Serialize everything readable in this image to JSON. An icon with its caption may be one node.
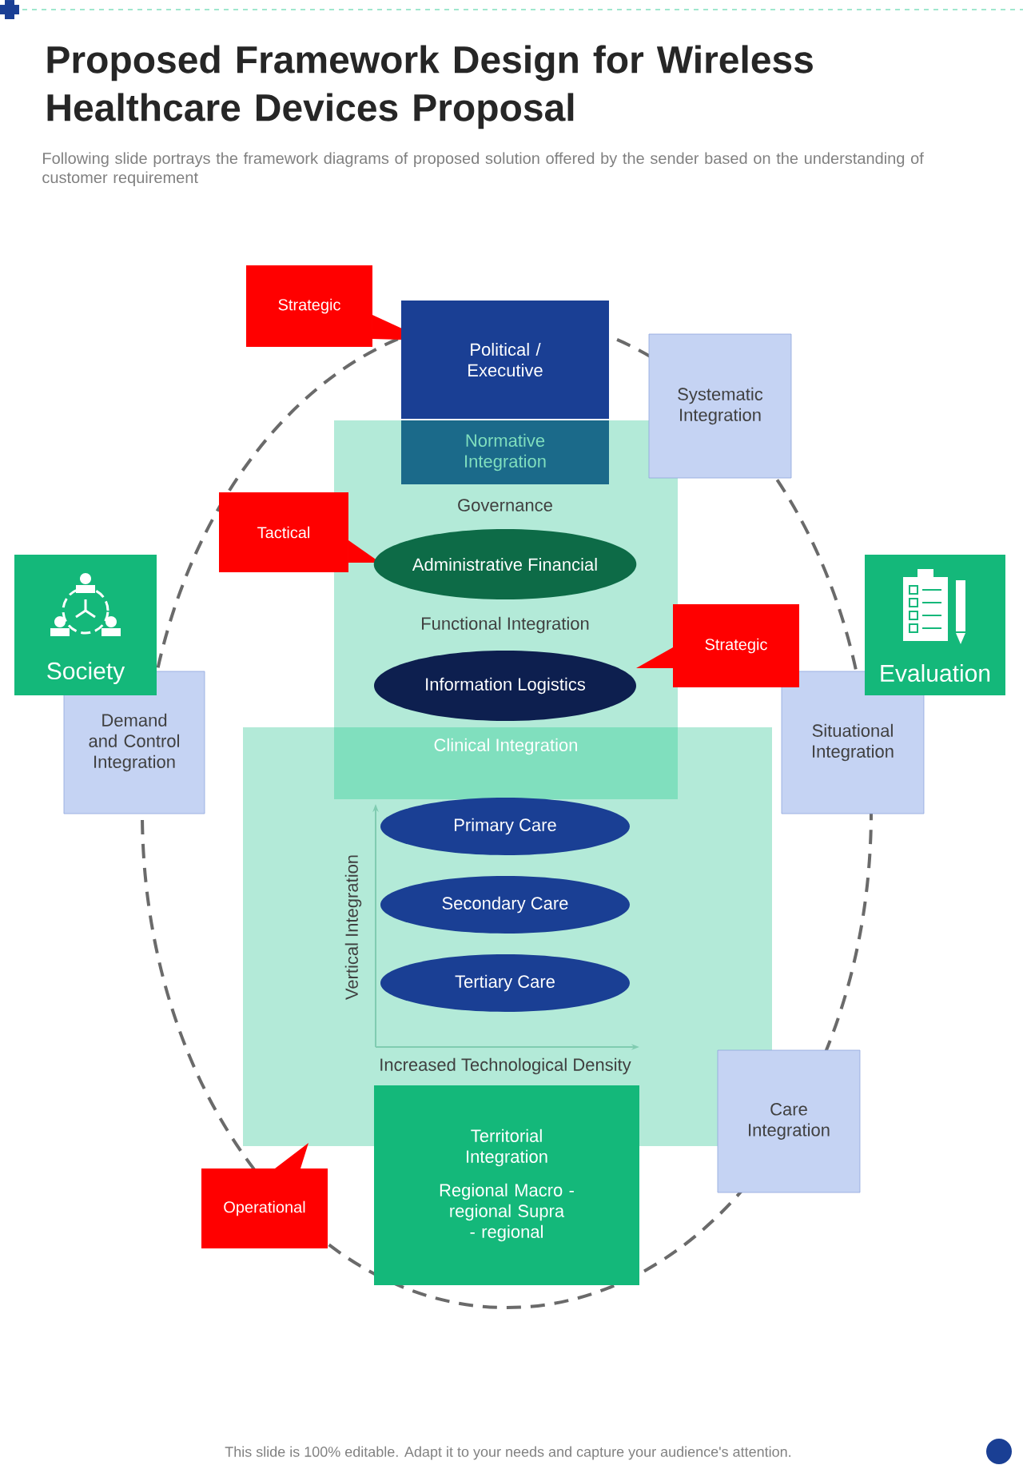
{
  "diagram": {
    "title": "Proposed Framework Design for Wireless Healthcare Devices Proposal",
    "nodes": [
      {
        "text": [
          "Strategic"
        ]
      },
      {
        "text": [
          "Political / Executive"
        ]
      },
      {
        "text": [
          "Systematic Integration"
        ]
      },
      {
        "text": [
          "Governance",
          "Functional Integration"
        ]
      },
      {
        "text": [
          "Normative Integration"
        ],
        "in": 3
      },
      {
        "text": [
          "Tactical"
        ]
      },
      {
        "text": [
          "Administrative Financial"
        ],
        "in": 3
      },
      {
        "text": [
          "Society"
        ]
      },
      {
        "text": [
          "Evaluation"
        ]
      },
      {
        "text": [
          "Strategic"
        ]
      },
      {
        "text": [
          "Information Logistics"
        ],
        "in": 3
      },
      {
        "text": [
          "Demand and Control Integration"
        ]
      },
      {
        "text": [
          "Situational Integration"
        ]
      },
      {
        "text": [
          "Vertical Integration",
          "Increased Technological Density"
        ]
      },
      {
        "text": [
          "Clinical Integration"
        ]
      },
      {
        "text": [
          "Primary Care"
        ],
        "in": 13
      },
      {
        "text": [
          "Secondary Care"
        ],
        "in": 13
      },
      {
        "text": [
          "Tertiary Care"
        ],
        "in": 13
      },
      {
        "text": [
          "Care Integration"
        ]
      },
      {
        "text": [
          "Operational"
        ]
      },
      {
        "text": [
          "Territorial Integration",
          "Regional Macro - regional Supra - regional"
        ]
      }
    ],
    "labels": [
      "Following slide portrays the framework diagrams of proposed solution offered by the sender based on the understanding of customer requirement",
      "This slide is 100% editable. Adapt it to your needs and capture your audience's attention."
    ]
  }
}
